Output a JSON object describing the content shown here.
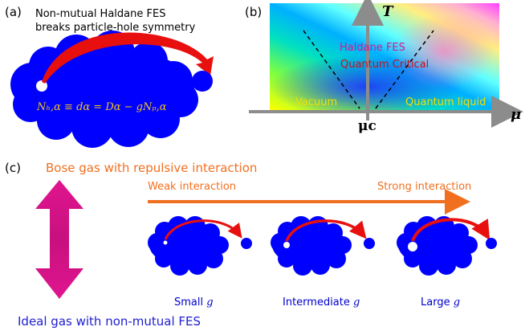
{
  "panel_a": {
    "label": "(a)",
    "caption_line1": "Non-mutual Haldane FES",
    "caption_line2": "breaks particle-hole symmetry",
    "formula": "Nₕ,α ≡ dα = Dα − gNₚ,α"
  },
  "panel_b": {
    "label": "(b)",
    "t_axis": "T",
    "mu_axis": "μ",
    "mu_c": "μc",
    "haldane": "Haldane FES",
    "critical": "Quantum Critical",
    "vacuum": "Vacuum",
    "liquid": "Quantum liquid"
  },
  "panel_c": {
    "label": "(c)",
    "bose": "Bose gas with repulsive interaction",
    "weak": "Weak interaction",
    "strong": "Strong interaction",
    "ideal": "Ideal gas with non-mutual FES",
    "cases": [
      {
        "prefix": "Small ",
        "g": "g"
      },
      {
        "prefix": "Intermediate ",
        "g": "g"
      },
      {
        "prefix": "Large ",
        "g": "g"
      }
    ]
  },
  "colors": {
    "cloud": "#0000ff",
    "arrow_red": "#e8100e",
    "orange": "#f07020",
    "magenta": "#d4138d",
    "formula": "#f0c419"
  }
}
